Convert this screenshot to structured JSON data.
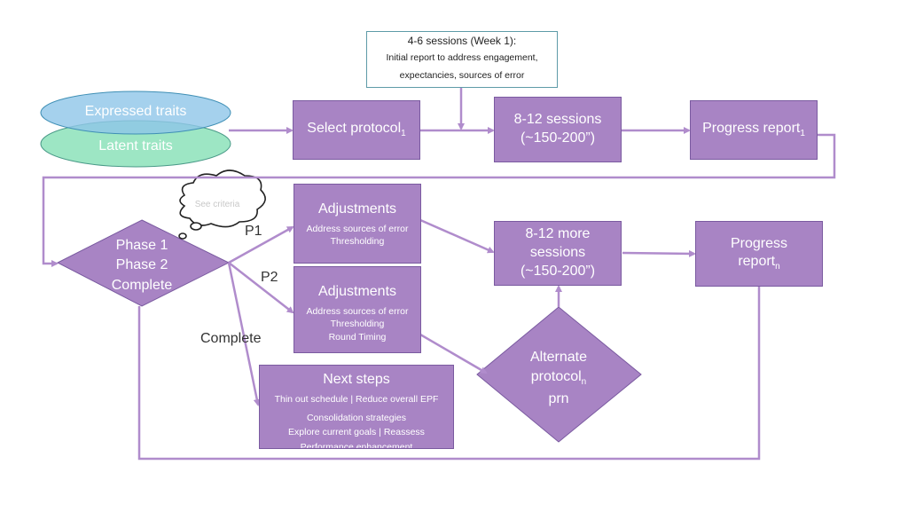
{
  "traits": {
    "expressed": "Expressed traits",
    "latent": "Latent traits"
  },
  "initial_note": {
    "title": "4-6 sessions (Week 1):",
    "line1": "Initial report to address engagement,",
    "line2": "expectancies, sources of error"
  },
  "select_protocol": {
    "text": "Select protocol",
    "sub": "1"
  },
  "sessions_first": {
    "line1": "8-12 sessions",
    "line2": "(~150-200”)"
  },
  "progress_first": {
    "text": "Progress report",
    "sub": "1"
  },
  "decision": {
    "line1": "Phase 1",
    "line2": "Phase 2",
    "line3": "Complete"
  },
  "thought_bubble": "See criteria",
  "edge_labels": {
    "p1": "P1",
    "p2": "P2",
    "complete": "Complete"
  },
  "adjust_p1": {
    "title": "Adjustments",
    "items": [
      "Address sources of error",
      "Thresholding"
    ]
  },
  "adjust_p2": {
    "title": "Adjustments",
    "items": [
      "Address sources of error",
      "Thresholding",
      "Round Timing"
    ]
  },
  "sessions_more": {
    "line1": "8-12 more",
    "line2": "sessions",
    "line3": "(~150-200”)"
  },
  "progress_n": {
    "line1": "Progress",
    "line2": "report",
    "sub": "n"
  },
  "alternate": {
    "line1": "Alternate",
    "line2": "protocol",
    "sub": "n",
    "line3": "prn"
  },
  "next_steps": {
    "title": "Next steps",
    "items": [
      "Thin out schedule | Reduce overall EPF",
      "Consolidation strategies",
      "Explore current goals | Reassess",
      "Performance enhancement"
    ]
  },
  "colors": {
    "box": "#a884c4",
    "connector": "#b08ccc",
    "expressed_oval": "#8ec5e8",
    "latent_oval": "#9de6c4",
    "note_border": "#5e9ba8"
  }
}
